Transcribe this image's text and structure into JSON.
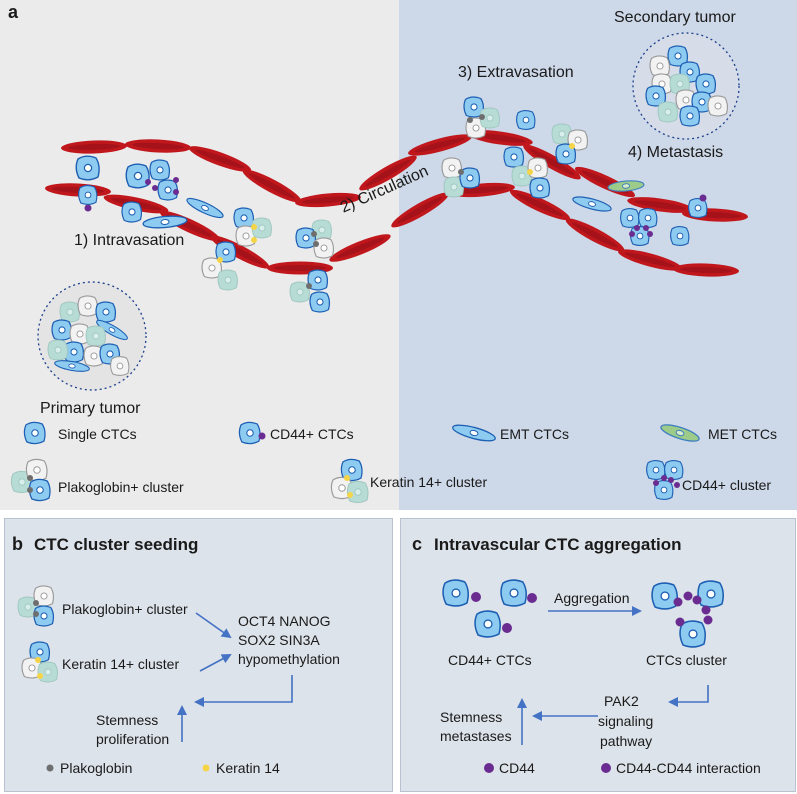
{
  "panel_a": {
    "letter": "a",
    "steps": {
      "intravasation": "1) Intravasation",
      "circulation": "2) Circulation",
      "extravasation": "3) Extravasation",
      "metastasis": "4) Metastasis"
    },
    "primary_tumor": "Primary tumor",
    "secondary_tumor": "Secondary tumor",
    "legend": {
      "single_ctcs": "Single CTCs",
      "cd44_ctcs": "CD44+ CTCs",
      "emt_ctcs": "EMT CTCs",
      "met_ctcs": "MET CTCs",
      "plakoglobin_cluster": "Plakoglobin+ cluster",
      "keratin14_cluster": "Keratin 14+ cluster",
      "cd44_cluster": "CD44+ cluster"
    }
  },
  "panel_b": {
    "letter": "b",
    "title": "CTC cluster seeding",
    "plakoglobin_cluster": "Plakoglobin+ cluster",
    "keratin14_cluster": "Keratin 14+ cluster",
    "genes_line1": "OCT4 NANOG",
    "genes_line2": "SOX2 SIN3A",
    "genes_line3": "hypomethylation",
    "outcome_line1": "Stemness",
    "outcome_line2": "proliferation",
    "legend_plakoglobin": "Plakoglobin",
    "legend_keratin14": "Keratin 14"
  },
  "panel_c": {
    "letter": "c",
    "title": "Intravascular CTC aggregation",
    "aggregation": "Aggregation",
    "cd44_ctcs": "CD44+ CTCs",
    "ctcs_cluster": "CTCs cluster",
    "pathway_line1": "PAK2",
    "pathway_line2": "signaling",
    "pathway_line3": "pathway",
    "outcome_line1": "Stemness",
    "outcome_line2": "metastases",
    "legend_cd44": "CD44",
    "legend_interaction": "CD44-CD44 interaction"
  },
  "colors": {
    "vessel_red": "#c0171d",
    "cell_blue": "#5ab0e8",
    "cell_edge": "#1d5fb3",
    "cd44_purple": "#6a2c91",
    "plakoglobin_gray": "#6e6e6e",
    "keratin_yellow": "#f5d547",
    "arrow_blue": "#4472c4"
  }
}
